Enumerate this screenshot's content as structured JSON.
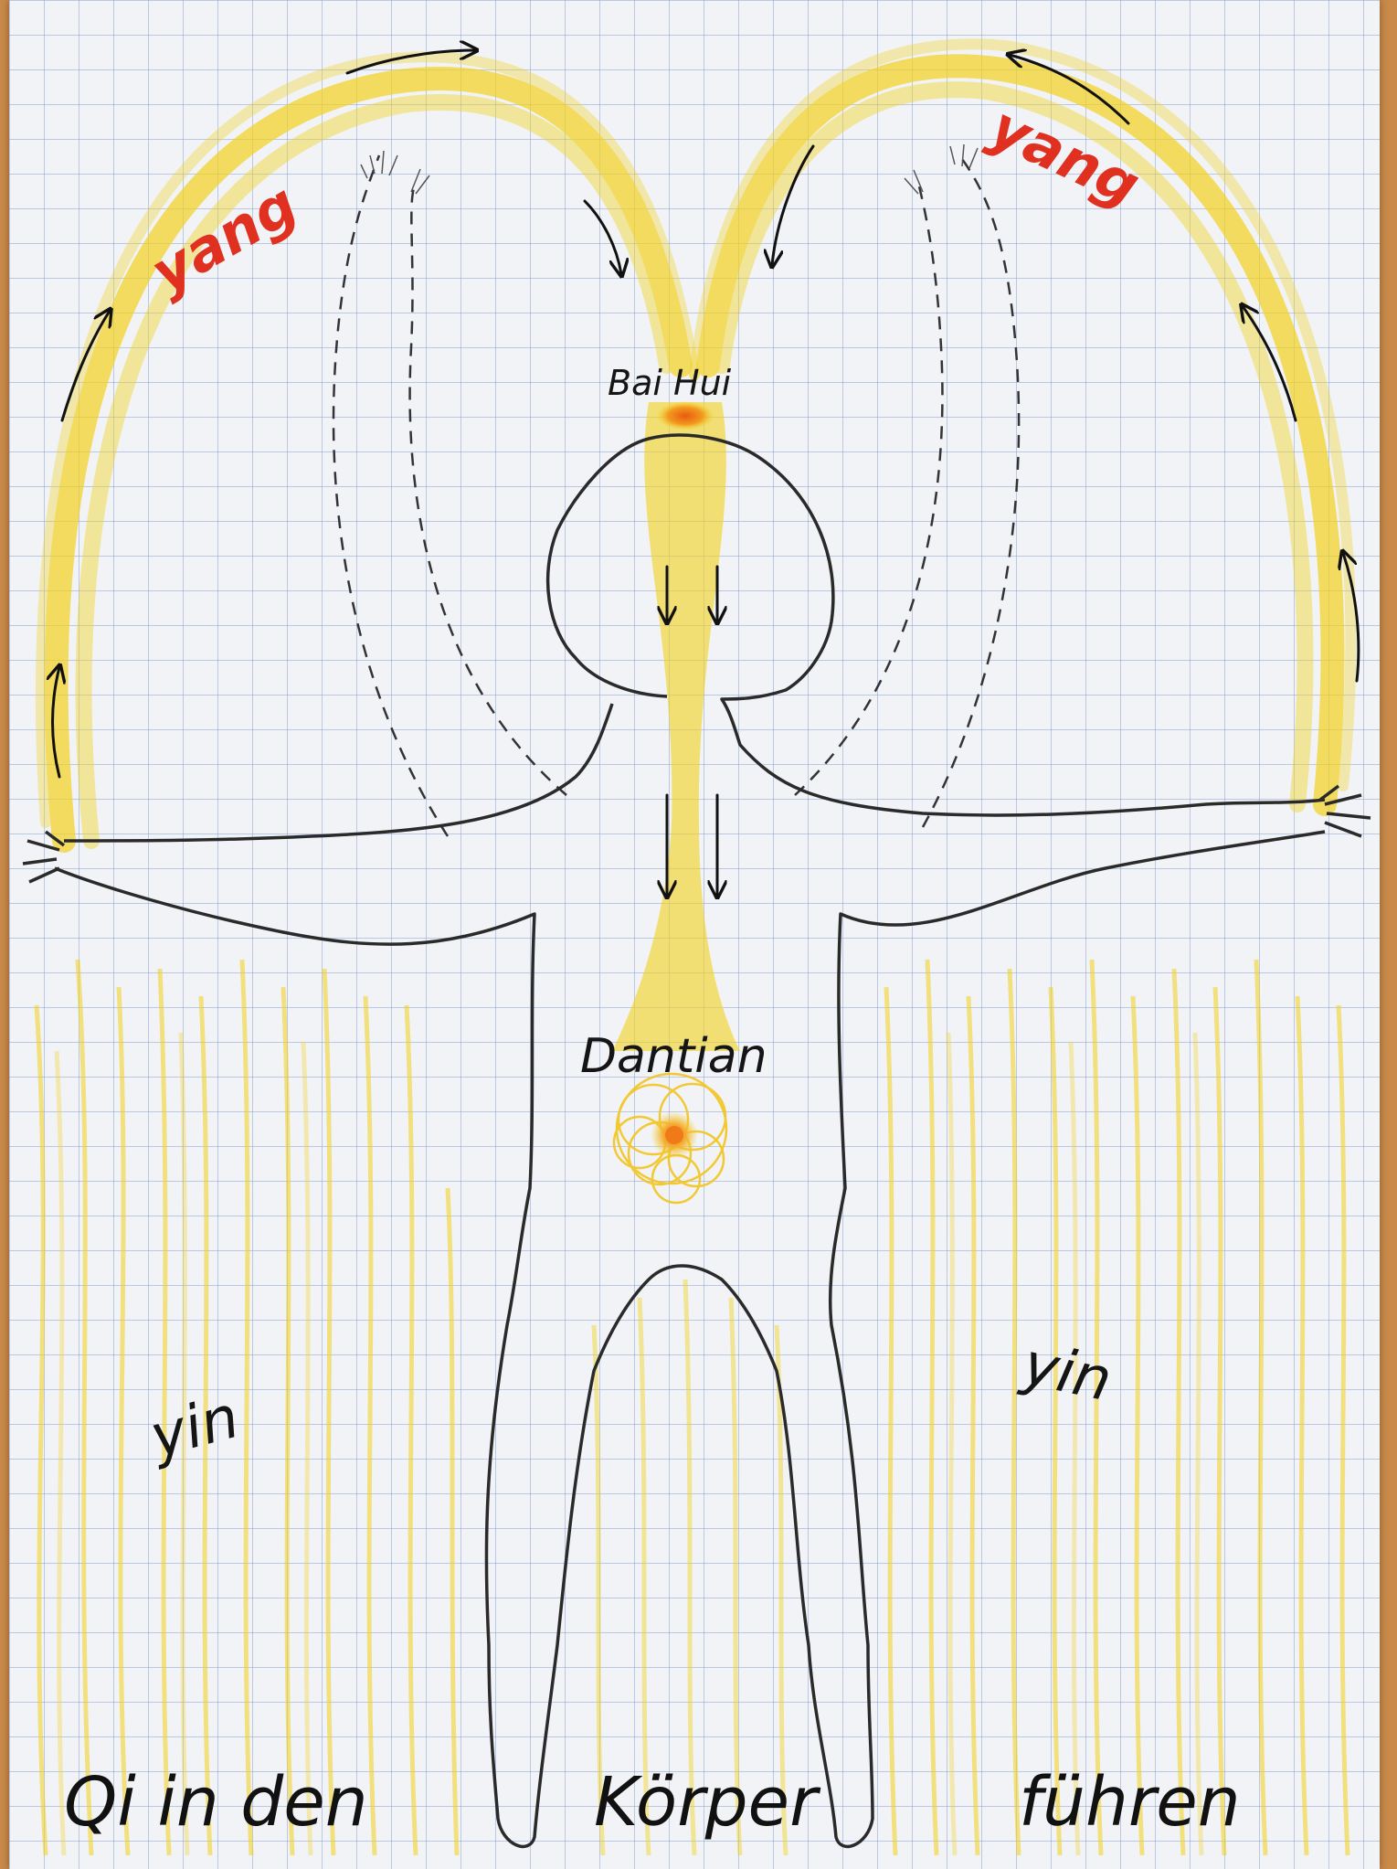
{
  "labels": {
    "yang_left": "yang",
    "yang_right": "yang",
    "bai_hui": "Bai Hui",
    "dantian": "Dantian",
    "yin_left": "yin",
    "yin_right": "yin"
  },
  "title": {
    "part1": "Qi in den",
    "part2": "Körper",
    "part3": "führen"
  },
  "colors": {
    "qi_yellow": "#f3d21e",
    "point_orange": "#f07a18",
    "yang_red": "#e03020",
    "outline": "#2a2a2a"
  }
}
